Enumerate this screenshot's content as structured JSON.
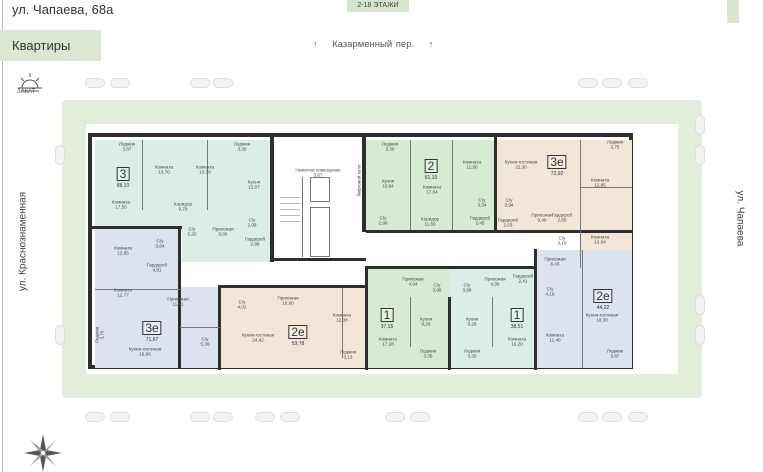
{
  "header": {
    "address": "ул. Чапаева, 68а",
    "floors_badge": "2-18 ЭТАЖИ",
    "tab_label": "Квартиры"
  },
  "streets": {
    "top": "Казарменный пер.",
    "left": "ул. Краснознаменная",
    "right": "ул. Чапаева",
    "arrow": "↑"
  },
  "sunset_label": "ЗАКАТ",
  "colors": {
    "mint": "#dcece6",
    "green": "#d8ead3",
    "blue": "#dde2ef",
    "beige": "#f2e6d9",
    "wall": "#2e2e2e",
    "band": "#e3eddc"
  },
  "apartments": [
    {
      "rooms": "3",
      "area": "88,10"
    },
    {
      "rooms": "3е",
      "area": "71,67"
    },
    {
      "rooms": "2е",
      "area": "53,78"
    },
    {
      "rooms": "2",
      "area": "61,10"
    },
    {
      "rooms": "3е",
      "area": "72,92"
    },
    {
      "rooms": "1",
      "area": "37,15"
    },
    {
      "rooms": "1",
      "area": "38,51"
    },
    {
      "rooms": "2е",
      "area": "44,22"
    }
  ],
  "lift_hall": "Лифтовой холл",
  "rooms": [
    {
      "name": "Лоджия",
      "area": "3,67"
    },
    {
      "name": "Комната",
      "area": "13,70"
    },
    {
      "name": "Комната",
      "area": "13,70"
    },
    {
      "name": "Лоджия",
      "area": "3,30"
    },
    {
      "name": "Кухня",
      "area": "12,07"
    },
    {
      "name": "Комната",
      "area": "17,55"
    },
    {
      "name": "Коридор",
      "area": "9,79"
    },
    {
      "name": "С/у",
      "area": "2,09"
    },
    {
      "name": "Прихожая",
      "area": "8,05"
    },
    {
      "name": "С/у",
      "area": "5,20"
    },
    {
      "name": "Гардероб",
      "area": "2,98"
    },
    {
      "name": "Нежилое помещение",
      "area": "3,67"
    },
    {
      "name": "Комната",
      "area": "12,65"
    },
    {
      "name": "С/у",
      "area": "3,64"
    },
    {
      "name": "Гардероб",
      "area": "4,81"
    },
    {
      "name": "Комната",
      "area": "12,77"
    },
    {
      "name": "Прихожая",
      "area": "11,41"
    },
    {
      "name": "С/у",
      "area": "5,36"
    },
    {
      "name": "Кухня-гостиная",
      "area": "16,96"
    },
    {
      "name": "Лоджия",
      "area": "3,75"
    },
    {
      "name": "С/у",
      "area": "4,02"
    },
    {
      "name": "Прихожая",
      "area": "10,60"
    },
    {
      "name": "Комната",
      "area": "12,38"
    },
    {
      "name": "Кухня-гостиная",
      "area": "24,42"
    },
    {
      "name": "Лоджия",
      "area": "3,13"
    },
    {
      "name": "Лоджия",
      "area": "3,30"
    },
    {
      "name": "Комната",
      "area": "11,30"
    },
    {
      "name": "Кухня",
      "area": "10,94"
    },
    {
      "name": "Комната",
      "area": "17,04"
    },
    {
      "name": "С/у",
      "area": "2,99"
    },
    {
      "name": "Коридор",
      "area": "11,59"
    },
    {
      "name": "С/у",
      "area": "3,34"
    },
    {
      "name": "Гардероб",
      "area": "2,45"
    },
    {
      "name": "Кухня-гостиная",
      "area": "22,30"
    },
    {
      "name": "Лоджия",
      "area": "3,75"
    },
    {
      "name": "Комната",
      "area": "12,85"
    },
    {
      "name": "С/у",
      "area": "3,94"
    },
    {
      "name": "Прихожая",
      "area": "9,49"
    },
    {
      "name": "Гардероб",
      "area": "2,53"
    },
    {
      "name": "Гардероб",
      "area": "2,85"
    },
    {
      "name": "С/у",
      "area": "3,19"
    },
    {
      "name": "Комната",
      "area": "13,84"
    },
    {
      "name": "Прихожая",
      "area": "6,43"
    },
    {
      "name": "Прихожая",
      "area": "4,94"
    },
    {
      "name": "С/у",
      "area": "3,98"
    },
    {
      "name": "С/у",
      "area": "3,98"
    },
    {
      "name": "Прихожая",
      "area": "4,99"
    },
    {
      "name": "Гардероб",
      "area": "2,41"
    },
    {
      "name": "С/у",
      "area": "4,16"
    },
    {
      "name": "Кухня-гостиная",
      "area": "18,30"
    },
    {
      "name": "Кухня",
      "area": "9,26"
    },
    {
      "name": "Кухня",
      "area": "9,26"
    },
    {
      "name": "Комната",
      "area": "17,28"
    },
    {
      "name": "Комната",
      "area": "16,20"
    },
    {
      "name": "Комната",
      "area": "11,40"
    },
    {
      "name": "Лоджия",
      "area": "3,35"
    },
    {
      "name": "Лоджия",
      "area": "3,35"
    },
    {
      "name": "Лоджия",
      "area": "3,87"
    }
  ]
}
